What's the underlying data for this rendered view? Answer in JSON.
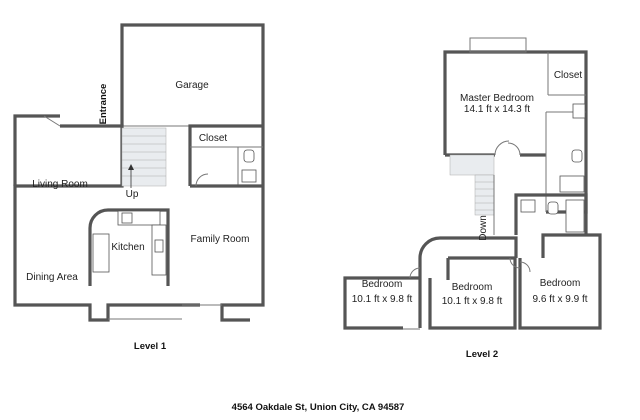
{
  "levels": [
    {
      "title": "Level 1",
      "rooms": [
        {
          "name": "Garage"
        },
        {
          "name": "Entrance"
        },
        {
          "name": "Closet"
        },
        {
          "name": "Living Room"
        },
        {
          "name": "Up"
        },
        {
          "name": "Kitchen"
        },
        {
          "name": "Family Room"
        },
        {
          "name": "Dining Area"
        }
      ]
    },
    {
      "title": "Level 2",
      "rooms": [
        {
          "name": "Master Bedroom",
          "size": "14.1 ft x 14.3 ft"
        },
        {
          "name": "Closet"
        },
        {
          "name": "Down"
        },
        {
          "name": "Bedroom",
          "size": "10.1 ft x 9.8 ft"
        },
        {
          "name": "Bedroom",
          "size": "10.1 ft x 9.8 ft"
        },
        {
          "name": "Bedroom",
          "size": "9.6 ft x 9.9 ft"
        }
      ]
    }
  ],
  "address": "4564 Oakdale St, Union City, CA 94587",
  "colors": {
    "wall": "#555555",
    "stairs": "#e9ecef",
    "text": "#222222"
  }
}
